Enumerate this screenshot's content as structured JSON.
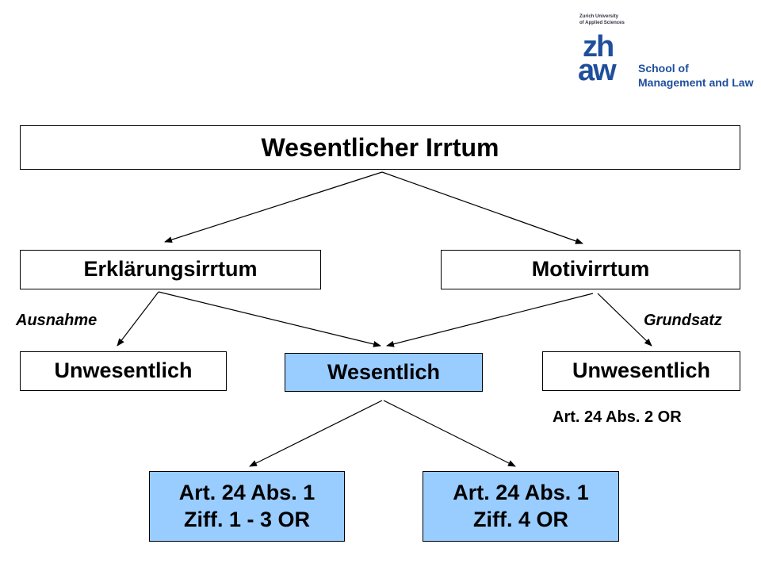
{
  "logo": {
    "university_line1": "Zurich University",
    "university_line2": "of Applied Sciences",
    "mark_top": "zh",
    "mark_bottom": "aw",
    "school_line1": "School of",
    "school_line2": "Management and Law"
  },
  "nodes": {
    "root": "Wesentlicher Irrtum",
    "erklaerung": "Erklärungsirrtum",
    "motiv": "Motivirrtum",
    "unwesentlich_left": "Unwesentlich",
    "wesentlich": "Wesentlich",
    "unwesentlich_right": "Unwesentlich",
    "art_left_line1": "Art. 24 Abs. 1",
    "art_left_line2": "Ziff. 1 - 3 OR",
    "art_right_line1": "Art. 24 Abs. 1",
    "art_right_line2": "Ziff. 4 OR"
  },
  "labels": {
    "ausnahme": "Ausnahme",
    "grundsatz": "Grundsatz",
    "art_24_abs_2": "Art. 24 Abs. 2 OR"
  },
  "colors": {
    "highlight": "#99ccff",
    "logo_blue": "#1f4f9c"
  }
}
